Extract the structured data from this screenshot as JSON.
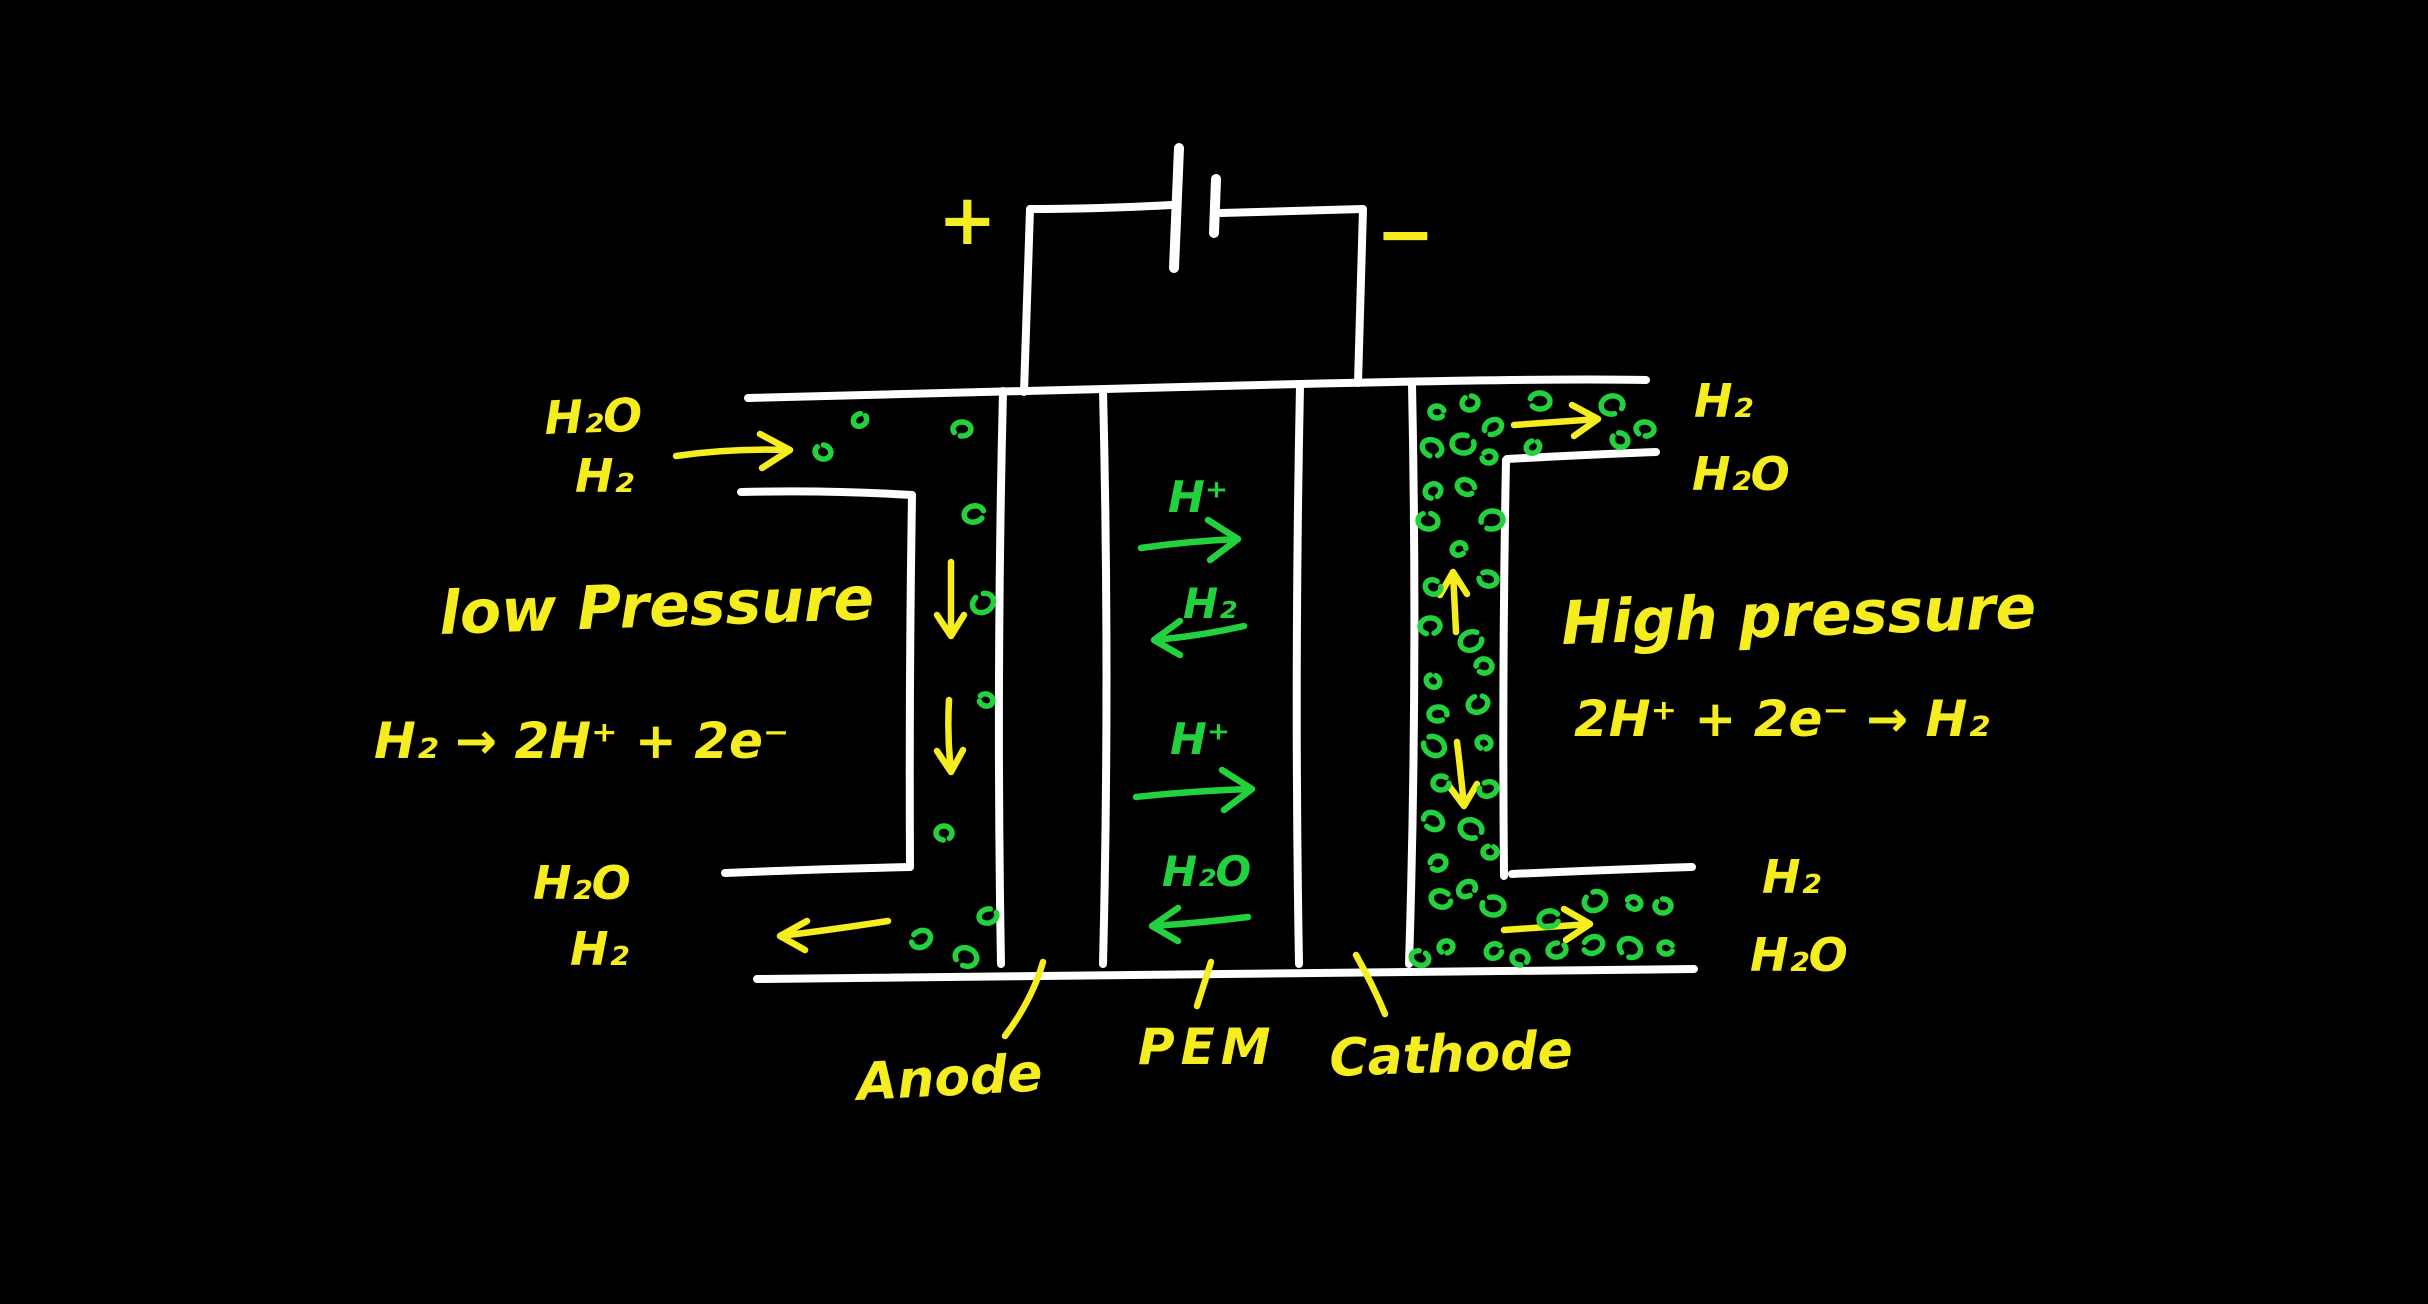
{
  "scene": {
    "background": "#000000",
    "kind": "hand-drawn electrochemical hydrogen pump diagram"
  },
  "colors": {
    "ink_white": "#ffffff",
    "ink_yellow": "#f5ed1f",
    "ink_green": "#22d13d"
  },
  "battery": {
    "positive_terminal": "+",
    "negative_terminal": "−"
  },
  "left": {
    "inlet_species": [
      "H₂O",
      "H₂"
    ],
    "pressure_label": "low Pressure",
    "half_reaction": "H₂ → 2H⁺ + 2e⁻",
    "outlet_species": [
      "H₂O",
      "H₂"
    ]
  },
  "right": {
    "top_outlet_species": [
      "H₂",
      "H₂O"
    ],
    "pressure_label": "High pressure",
    "half_reaction": "2H⁺ + 2e⁻ → H₂",
    "bottom_outlet_species": [
      "H₂",
      "H₂O"
    ]
  },
  "membrane_fluxes": {
    "proton_upper": "H⁺",
    "hydrogen_back_diffusion": "H₂",
    "proton_lower": "H⁺",
    "water_back_flux": "H₂O"
  },
  "components": {
    "anode": "Anode",
    "membrane": "PEM",
    "cathode": "Cathode"
  }
}
